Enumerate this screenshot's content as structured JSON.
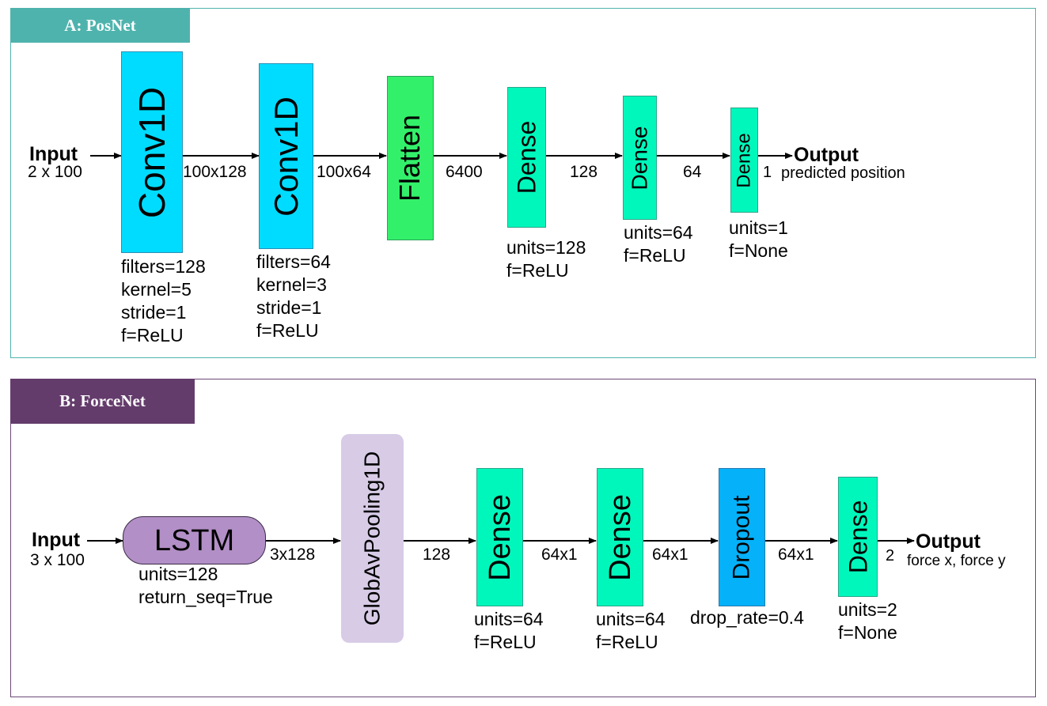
{
  "panel_a": {
    "title": "A: PosNet",
    "input_label": "Input",
    "input_dims": "2 x 100",
    "layers": [
      {
        "name": "Conv1D",
        "params": [
          "filters=128",
          "kernel=5",
          "stride=1",
          "f=ReLU"
        ]
      },
      {
        "name": "Conv1D",
        "params": [
          "filters=64",
          "kernel=3",
          "stride=1",
          "f=ReLU"
        ]
      },
      {
        "name": "Flatten",
        "params": []
      },
      {
        "name": "Dense",
        "params": [
          "units=128",
          "f=ReLU"
        ]
      },
      {
        "name": "Dense",
        "params": [
          "units=64",
          "f=ReLU"
        ]
      },
      {
        "name": "Dense",
        "params": [
          "units=1",
          "f=None"
        ]
      }
    ],
    "edges": [
      "100x128",
      "100x64",
      "6400",
      "128",
      "64",
      "1"
    ],
    "output_label": "Output",
    "output_desc": "predicted position"
  },
  "panel_b": {
    "title": "B: ForceNet",
    "input_label": "Input",
    "input_dims": "3 x 100",
    "layers": [
      {
        "name": "LSTM",
        "params": [
          "units=128",
          "return_seq=True"
        ]
      },
      {
        "name": "GlobAvPooling1D",
        "params": []
      },
      {
        "name": "Dense",
        "params": [
          "units=64",
          "f=ReLU"
        ]
      },
      {
        "name": "Dense",
        "params": [
          "units=64",
          "f=ReLU"
        ]
      },
      {
        "name": "Dropout",
        "params": [
          "drop_rate=0.4"
        ]
      },
      {
        "name": "Dense",
        "params": [
          "units=2",
          "f=None"
        ]
      }
    ],
    "edges": [
      "3x128",
      "128",
      "64x1",
      "64x1",
      "64x1",
      "2"
    ],
    "output_label": "Output",
    "output_desc": "force x, force y"
  },
  "colors": {
    "panel_a_border": "#4fb3ad",
    "panel_a_tab": "#4fb3ad",
    "panel_b_border": "#6b4a78",
    "panel_b_tab": "#643c6c",
    "conv": "#00dcff",
    "flatten": "#33f06a",
    "dense": "#00f7bb",
    "lstm": "#b28fc6",
    "pooling": "#d7cbe6",
    "dropout": "#05b1f8"
  }
}
